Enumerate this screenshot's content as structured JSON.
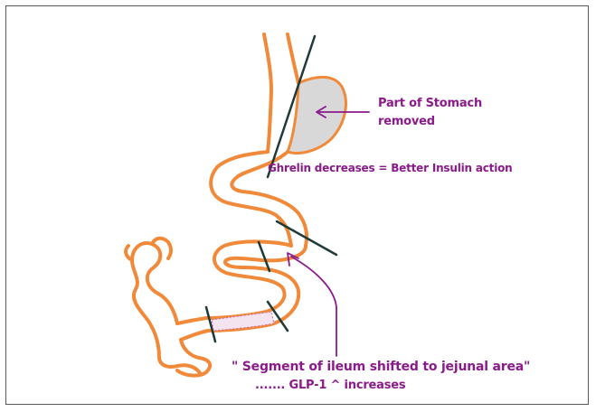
{
  "diagram": {
    "labels": {
      "stomach_removed_line1": "Part of Stomach",
      "stomach_removed_line2": "removed",
      "ghrelin": "Ghrelin decreases = Better Insulin action",
      "ileum_segment": "\" Segment of ileum shifted to jejunal area\"",
      "glp1": "....... GLP-1  ^  increases"
    },
    "colors": {
      "intestine": "#f08a3a",
      "stomach_fill": "#d8d8d8",
      "cut_lines": "#1f3a38",
      "annotation": "#8b1a8b",
      "border": "#5a5a5a"
    }
  }
}
